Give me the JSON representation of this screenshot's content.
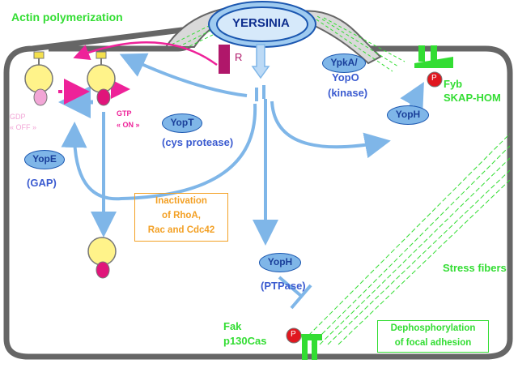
{
  "title": "Actin polymerization",
  "yersinia": "YERSINIA",
  "receptor": "R",
  "proteins": {
    "yopt": "YopT",
    "yope": "YopE",
    "ypka": "YpkA/",
    "yopo": "YopO",
    "yoph_top": "YopH",
    "yoph_mid": "YopH"
  },
  "labels": {
    "cys_protease": "(cys protease)",
    "gap": "(GAP)",
    "kinase": "(kinase)",
    "ptpase": "(PTPase)",
    "gdp": "GDP",
    "off": "« OFF »",
    "gtp": "GTP",
    "on": "« ON »",
    "fyb": "Fyb",
    "skap": "SKAP-HOM",
    "fak": "Fak",
    "p130": "p130Cas",
    "stress": "Stress fibers",
    "phospho": "P"
  },
  "boxes": {
    "inactivation": [
      "Inactivation",
      "of RhoA,",
      "Rac and Cdc42"
    ],
    "dephos": [
      "Dephosphorylation",
      "of focal adhesion"
    ]
  },
  "colors": {
    "arrow": "#7fb6e8",
    "pink": "#ee2299",
    "green": "#33dd33",
    "orange": "#f3a024",
    "cell_outline": "#666666"
  }
}
